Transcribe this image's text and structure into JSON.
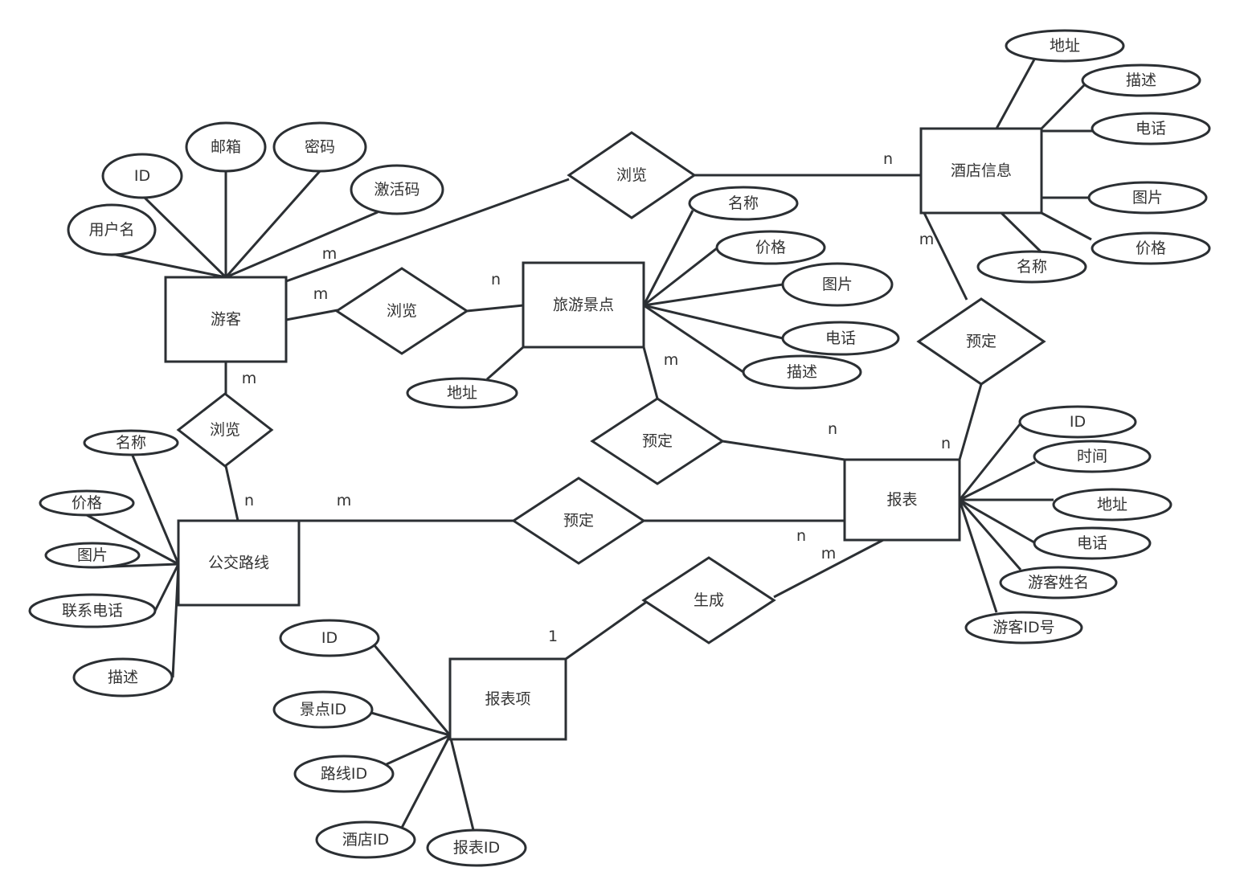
{
  "diagram": {
    "type": "ER diagram",
    "entities": [
      {
        "id": "tourist",
        "label": "游客"
      },
      {
        "id": "spot",
        "label": "旅游景点"
      },
      {
        "id": "hotel",
        "label": "酒店信息"
      },
      {
        "id": "bus",
        "label": "公交路线"
      },
      {
        "id": "report",
        "label": "报表"
      },
      {
        "id": "report_item",
        "label": "报表项"
      }
    ],
    "relationships": [
      {
        "id": "r_browse_hotel",
        "label": "浏览"
      },
      {
        "id": "r_browse_spot",
        "label": "浏览"
      },
      {
        "id": "r_browse_bus",
        "label": "浏览"
      },
      {
        "id": "r_book_hotel",
        "label": "预定"
      },
      {
        "id": "r_book_spot",
        "label": "预定"
      },
      {
        "id": "r_book_bus",
        "label": "预定"
      },
      {
        "id": "r_generate",
        "label": "生成"
      }
    ],
    "attributes": [
      {
        "id": "t_username",
        "owner": "tourist",
        "label": "用户名"
      },
      {
        "id": "t_id",
        "owner": "tourist",
        "label": "ID"
      },
      {
        "id": "t_email",
        "owner": "tourist",
        "label": "邮箱"
      },
      {
        "id": "t_password",
        "owner": "tourist",
        "label": "密码"
      },
      {
        "id": "t_activation",
        "owner": "tourist",
        "label": "激活码"
      },
      {
        "id": "s_name",
        "owner": "spot",
        "label": "名称"
      },
      {
        "id": "s_price",
        "owner": "spot",
        "label": "价格"
      },
      {
        "id": "s_image",
        "owner": "spot",
        "label": "图片"
      },
      {
        "id": "s_phone",
        "owner": "spot",
        "label": "电话"
      },
      {
        "id": "s_desc",
        "owner": "spot",
        "label": "描述"
      },
      {
        "id": "s_address",
        "owner": "spot",
        "label": "地址"
      },
      {
        "id": "h_address",
        "owner": "hotel",
        "label": "地址"
      },
      {
        "id": "h_desc",
        "owner": "hotel",
        "label": "描述"
      },
      {
        "id": "h_phone",
        "owner": "hotel",
        "label": "电话"
      },
      {
        "id": "h_image",
        "owner": "hotel",
        "label": "图片"
      },
      {
        "id": "h_price",
        "owner": "hotel",
        "label": "价格"
      },
      {
        "id": "h_name",
        "owner": "hotel",
        "label": "名称"
      },
      {
        "id": "b_name",
        "owner": "bus",
        "label": "名称"
      },
      {
        "id": "b_price",
        "owner": "bus",
        "label": "价格"
      },
      {
        "id": "b_image",
        "owner": "bus",
        "label": "图片"
      },
      {
        "id": "b_contact",
        "owner": "bus",
        "label": "联系电话"
      },
      {
        "id": "b_desc",
        "owner": "bus",
        "label": "描述"
      },
      {
        "id": "r_id",
        "owner": "report",
        "label": "ID"
      },
      {
        "id": "r_time",
        "owner": "report",
        "label": "时间"
      },
      {
        "id": "r_address",
        "owner": "report",
        "label": "地址"
      },
      {
        "id": "r_phone",
        "owner": "report",
        "label": "电话"
      },
      {
        "id": "r_tname",
        "owner": "report",
        "label": "游客姓名"
      },
      {
        "id": "r_tid",
        "owner": "report",
        "label": "游客ID号"
      },
      {
        "id": "i_id",
        "owner": "report_item",
        "label": "ID"
      },
      {
        "id": "i_spot",
        "owner": "report_item",
        "label": "景点ID"
      },
      {
        "id": "i_route",
        "owner": "report_item",
        "label": "路线ID"
      },
      {
        "id": "i_hotel",
        "owner": "report_item",
        "label": "酒店ID"
      },
      {
        "id": "i_report",
        "owner": "report_item",
        "label": "报表ID"
      }
    ],
    "cardinalities": [
      {
        "id": "c1",
        "between": [
          "tourist",
          "r_browse_hotel"
        ],
        "label": "m"
      },
      {
        "id": "c2",
        "between": [
          "r_browse_hotel",
          "hotel"
        ],
        "label": "n"
      },
      {
        "id": "c3",
        "between": [
          "tourist",
          "r_browse_spot"
        ],
        "label": "m"
      },
      {
        "id": "c4",
        "between": [
          "r_browse_spot",
          "spot"
        ],
        "label": "n"
      },
      {
        "id": "c5",
        "between": [
          "tourist",
          "r_browse_bus"
        ],
        "label": "m"
      },
      {
        "id": "c6",
        "between": [
          "r_browse_bus",
          "bus"
        ],
        "label": "n"
      },
      {
        "id": "c7",
        "between": [
          "hotel",
          "r_book_hotel"
        ],
        "label": "m"
      },
      {
        "id": "c8",
        "between": [
          "r_book_hotel",
          "report"
        ],
        "label": "n"
      },
      {
        "id": "c9",
        "between": [
          "spot",
          "r_book_spot"
        ],
        "label": "m"
      },
      {
        "id": "c10",
        "between": [
          "r_book_spot",
          "report"
        ],
        "label": "n"
      },
      {
        "id": "c11",
        "between": [
          "bus",
          "r_book_bus"
        ],
        "label": "m"
      },
      {
        "id": "c12",
        "between": [
          "r_book_bus",
          "report"
        ],
        "label": "n"
      },
      {
        "id": "c13",
        "between": [
          "report",
          "r_generate"
        ],
        "label": "m"
      },
      {
        "id": "c14",
        "between": [
          "r_generate",
          "report_item"
        ],
        "label": "1"
      }
    ]
  }
}
